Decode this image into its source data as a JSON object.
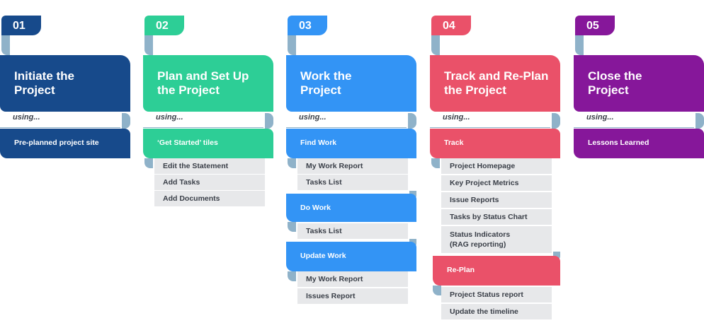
{
  "columns": [
    {
      "number": "01",
      "title_line1": "Initiate the",
      "title_line2": "Project",
      "using": "using...",
      "bands": [
        {
          "label": "Pre-planned project site",
          "items": []
        }
      ],
      "color": "#174a8b"
    },
    {
      "number": "02",
      "title_line1": "Plan and Set Up",
      "title_line2": "the Project",
      "using": "using...",
      "bands": [
        {
          "label": "‘Get Started’ tiles",
          "items": [
            "Edit the Statement",
            "Add Tasks",
            "Add Documents"
          ]
        }
      ],
      "color": "#2dce96"
    },
    {
      "number": "03",
      "title_line1": "Work the",
      "title_line2": "Project",
      "using": "using...",
      "bands": [
        {
          "label": "Find Work",
          "items": [
            "My Work Report",
            "Tasks List"
          ]
        },
        {
          "label": "Do Work",
          "items": [
            "Tasks List"
          ]
        },
        {
          "label": "Update Work",
          "items": [
            "My Work Report",
            "Issues Report"
          ]
        }
      ],
      "color": "#3394f5"
    },
    {
      "number": "04",
      "title_line1": "Track and Re-Plan",
      "title_line2": "the Project",
      "using": "using...",
      "bands": [
        {
          "label": "Track",
          "items": [
            "Project Homepage",
            "Key Project Metrics",
            "Issue Reports",
            "Tasks by Status Chart",
            "Status Indicators",
            "(RAG reporting)"
          ]
        },
        {
          "label": "Re-Plan",
          "items": [
            "Project Status report",
            "Update the timeline"
          ]
        }
      ],
      "color": "#ea5169"
    },
    {
      "number": "05",
      "title_line1": "Close the",
      "title_line2": "Project",
      "using": "using...",
      "bands": [
        {
          "label": "Lessons Learned",
          "items": []
        }
      ],
      "color": "#86179a"
    }
  ]
}
